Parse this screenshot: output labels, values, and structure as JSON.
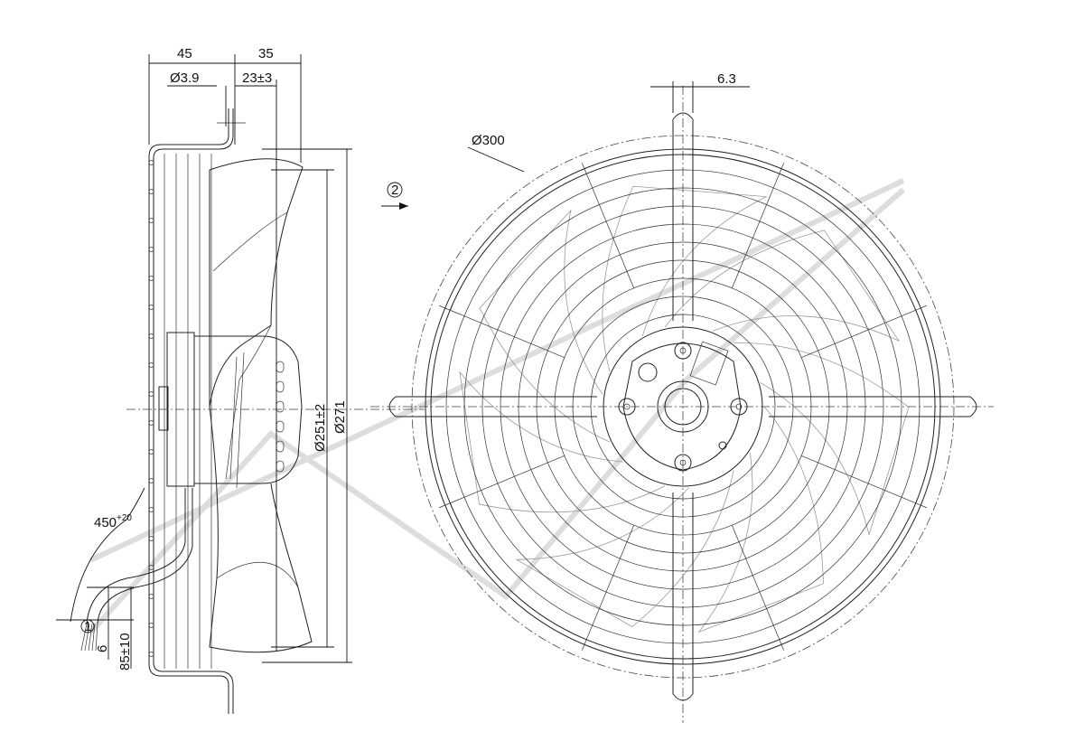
{
  "dimensions": {
    "width_45": "45",
    "width_35": "35",
    "dia_3_9": "Ø3.9",
    "offset_23": "23±3",
    "dia_251": "Ø251±2",
    "dia_271": "Ø271",
    "dia_300": "Ø300",
    "spacing_6_3": "6.3",
    "cable_450": "450",
    "cable_450_tol": "+20",
    "strip_6": "6",
    "strip_85": "85±10"
  },
  "callouts": {
    "item_1": "1",
    "item_2": "2"
  }
}
